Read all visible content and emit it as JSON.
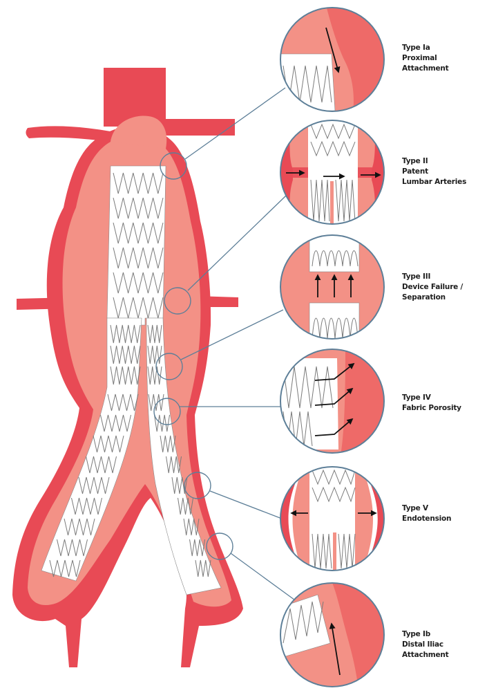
{
  "colors": {
    "vessel_dark": "#e84a55",
    "vessel_light": "#f39186",
    "vessel_mid": "#ee6a68",
    "stent_fill": "#ffffff",
    "stent_wire": "#7a7a7a",
    "callout_line": "#5d7f98",
    "arrow": "#111111",
    "label_text": "#1e1e1e"
  },
  "endoleak_types": [
    {
      "id": "ia",
      "lines": [
        "Type Ia",
        "Proximal",
        "Attachment"
      ]
    },
    {
      "id": "ii",
      "lines": [
        "Type II",
        "Patent",
        "Lumbar Arteries"
      ]
    },
    {
      "id": "iii",
      "lines": [
        "Type III",
        "Device Failure /",
        "Separation"
      ]
    },
    {
      "id": "iv",
      "lines": [
        "Type IV",
        "Fabric Porosity"
      ]
    },
    {
      "id": "v",
      "lines": [
        "Type V",
        "Endotension"
      ]
    },
    {
      "id": "ib",
      "lines": [
        "Type Ib",
        "Distal Iliac",
        "Attachment"
      ]
    }
  ]
}
